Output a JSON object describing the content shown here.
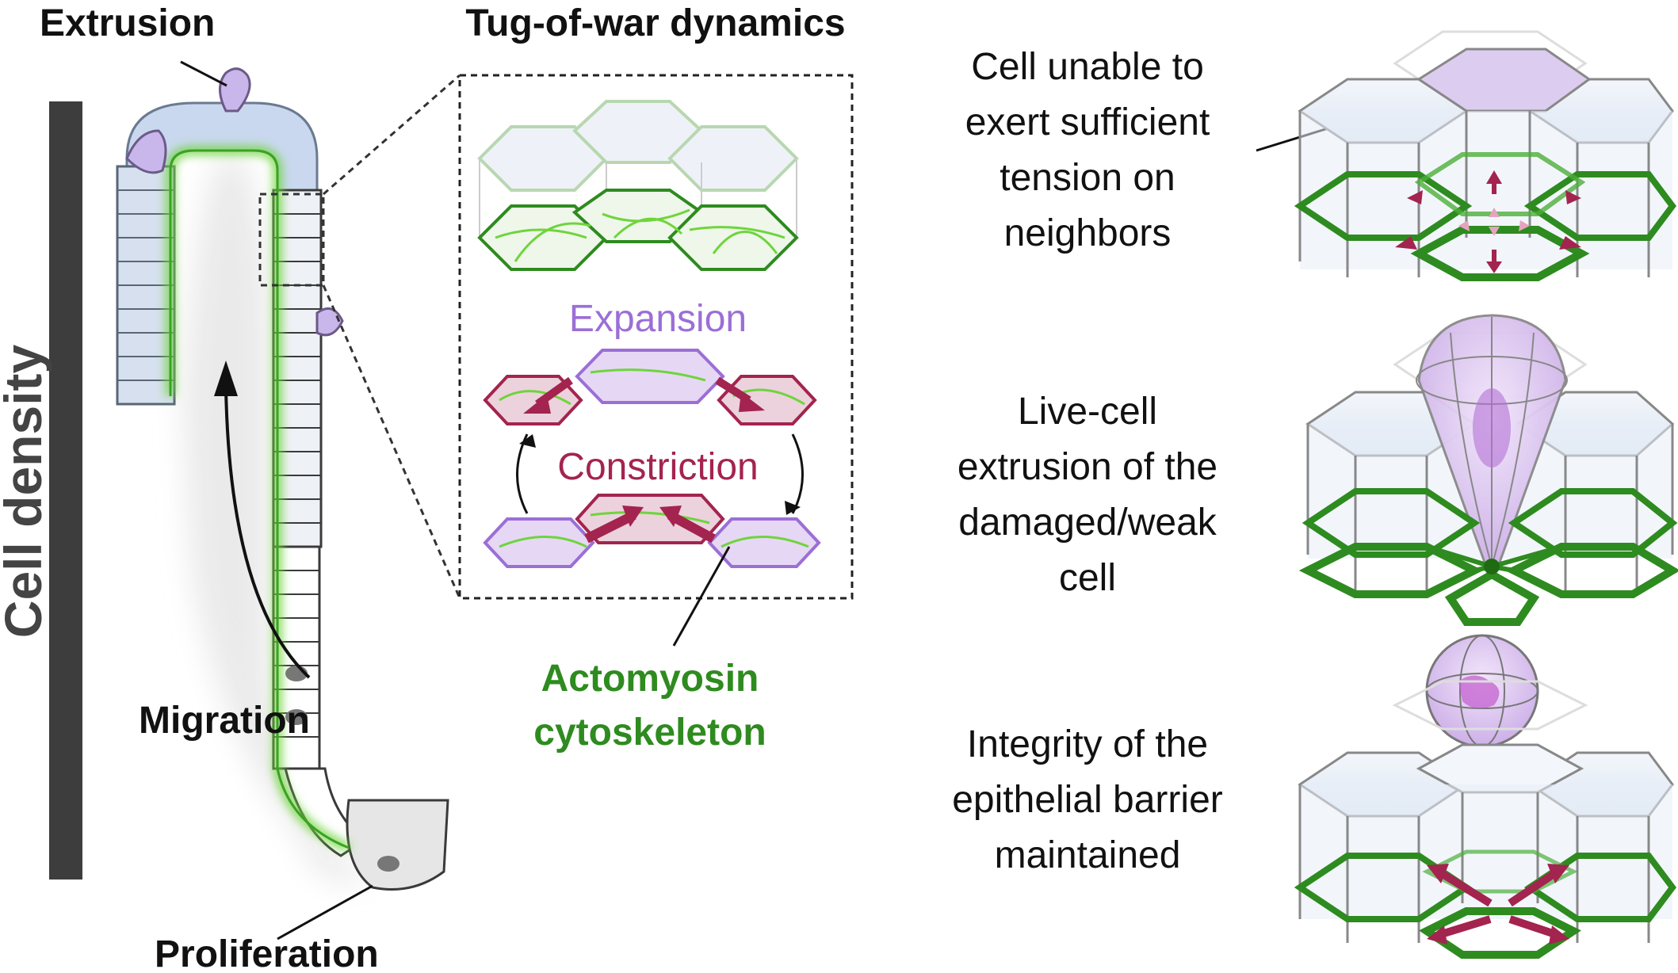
{
  "labels": {
    "extrusion": "Extrusion",
    "tug_of_war": "Tug-of-war dynamics",
    "cell_density": "Cell density",
    "migration": "Migration",
    "proliferation": "Proliferation",
    "expansion": "Expansion",
    "constriction": "Constriction",
    "actomyosin_line1": "Actomyosin",
    "actomyosin_line2": "cytoskeleton"
  },
  "panels": [
    {
      "lines": [
        "Cell unable to",
        "exert sufficient",
        "tension on",
        "neighbors"
      ]
    },
    {
      "lines": [
        "Live-cell",
        "extrusion of the",
        "damaged/weak",
        "cell"
      ]
    },
    {
      "lines": [
        "Integrity of the",
        "epithelial barrier",
        "maintained"
      ]
    }
  ],
  "colors": {
    "actomyosin_green": "#2e8b1f",
    "bright_green": "#6fd43c",
    "expansion_purple": "#9b6fd6",
    "constriction_red": "#a3244f",
    "cell_blue": "#c9d8ee",
    "extruding_lilac": "#c9b6ea",
    "density_grey": "#444444"
  }
}
